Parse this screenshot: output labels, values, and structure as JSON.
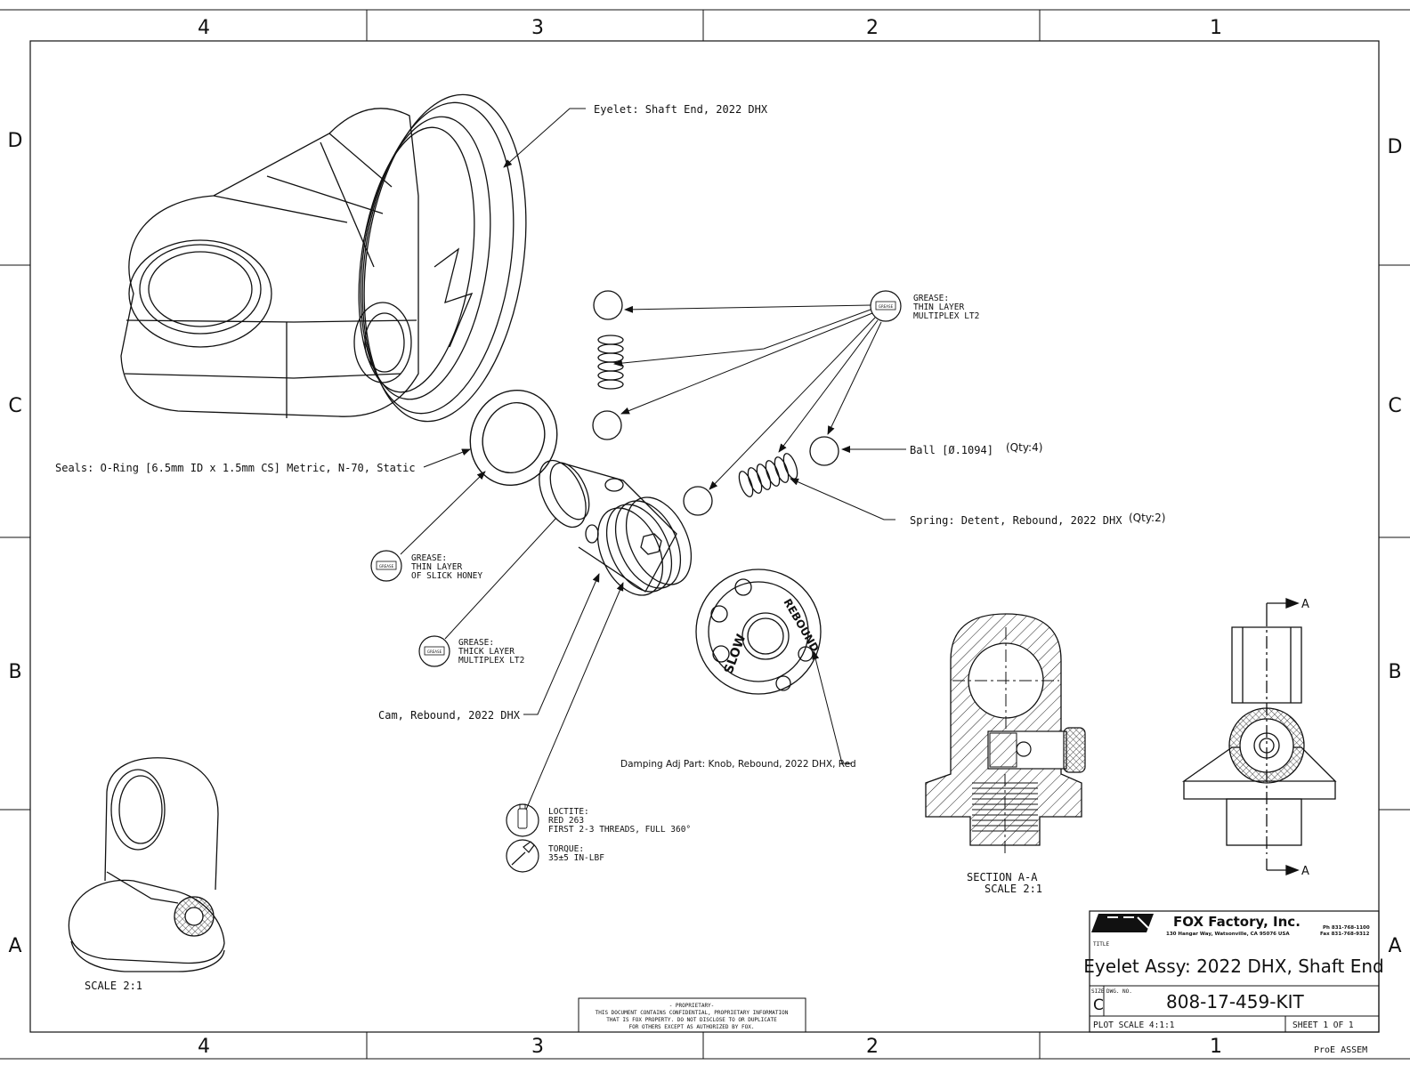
{
  "border": {
    "columns": [
      "4",
      "3",
      "2",
      "1"
    ],
    "rows": [
      "D",
      "C",
      "B",
      "A"
    ]
  },
  "callouts": {
    "eyelet": "Eyelet: Shaft End, 2022 DHX",
    "seals": "Seals: O-Ring [6.5mm ID x 1.5mm CS] Metric, N-70, Static",
    "ball": "Ball [Ø.1094]",
    "ball_qty": "(Qty:4)",
    "spring": "Spring: Detent, Rebound, 2022 DHX",
    "spring_qty": "(Qty:2)",
    "cam": "Cam, Rebound, 2022 DHX",
    "knob": "Damping Adj Part: Knob, Rebound, 2022 DHX, Red"
  },
  "notes": {
    "grease_icon": "GREASE",
    "grease_top": [
      "GREASE:",
      "THIN LAYER",
      "MULTIPLEX LT2"
    ],
    "grease_honey": [
      "GREASE:",
      "THIN LAYER",
      "OF SLICK HONEY"
    ],
    "grease_thick": [
      "GREASE:",
      "THICK LAYER",
      "MULTIPLEX LT2"
    ],
    "loctite": [
      "LOCTITE:",
      "RED 263",
      "FIRST 2-3 THREADS, FULL 360°"
    ],
    "torque": [
      "TORQUE:",
      "35±5 IN-LBF"
    ]
  },
  "views": {
    "section_label": "SECTION  A-A",
    "section_scale": "SCALE  2:1",
    "iso_scale": "SCALE  2:1",
    "section_marker": "A"
  },
  "title_block": {
    "company": "FOX Factory, Inc.",
    "address": "130 Hangar Way, Watsonville, CA 95076 USA",
    "phone": "Ph 831-768-1100",
    "fax": "Fax 831-768-9312",
    "title_caption": "TITLE",
    "title": "Eyelet Assy: 2022 DHX, Shaft End",
    "size_caption": "SIZE",
    "size": "C",
    "dwg_caption": "DWG. NO.",
    "dwg_no": "808-17-459-KIT",
    "plot_scale": "PLOT SCALE  4:1:1",
    "sheet": "SHEET  1 OF  1",
    "proe": "ProE  ASSEM"
  },
  "proprietary": [
    "- PROPRIETARY-",
    "THIS DOCUMENT CONTAINS CONFIDENTIAL, PROPRIETARY INFORMATION",
    "THAT IS FOX PROPERTY.  DO NOT DISCLOSE TO OR DUPLICATE",
    "FOR OTHERS EXCEPT AS AUTHORIZED BY FOX."
  ],
  "knob_labels": [
    "SLOW",
    "REBOUND"
  ]
}
